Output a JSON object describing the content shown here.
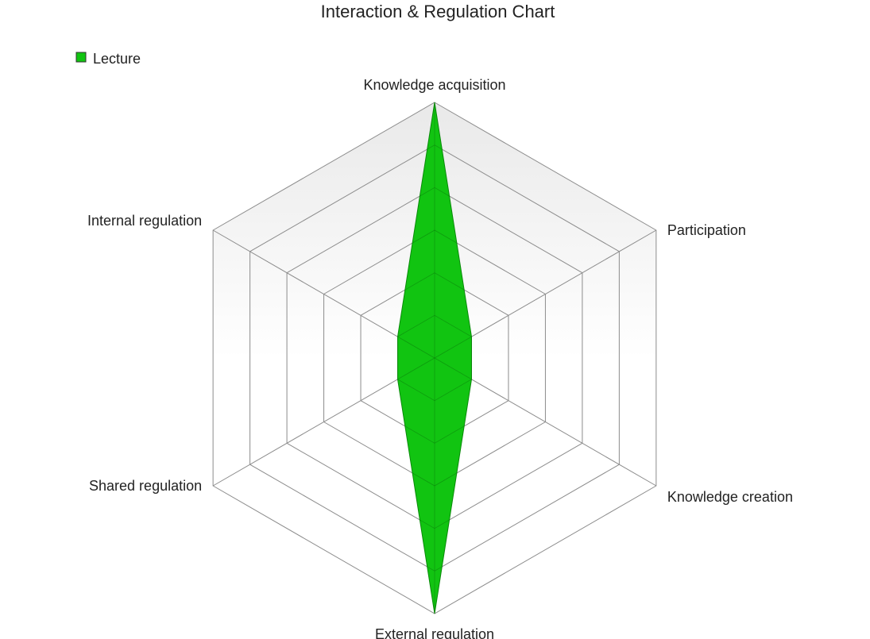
{
  "chart_data": {
    "type": "radar",
    "title": "Interaction & Regulation Chart",
    "axes": [
      "Knowledge acquisition",
      "Participation",
      "Knowledge creation",
      "External regulation",
      "Shared regulation",
      "Internal regulation"
    ],
    "rlim": [
      0,
      6
    ],
    "grid_levels": 6,
    "grid": true,
    "legend_position": "top-left",
    "series": [
      {
        "name": "Lecture",
        "color": "#11c411",
        "values": [
          6,
          1,
          1,
          6,
          1,
          1
        ]
      }
    ]
  }
}
